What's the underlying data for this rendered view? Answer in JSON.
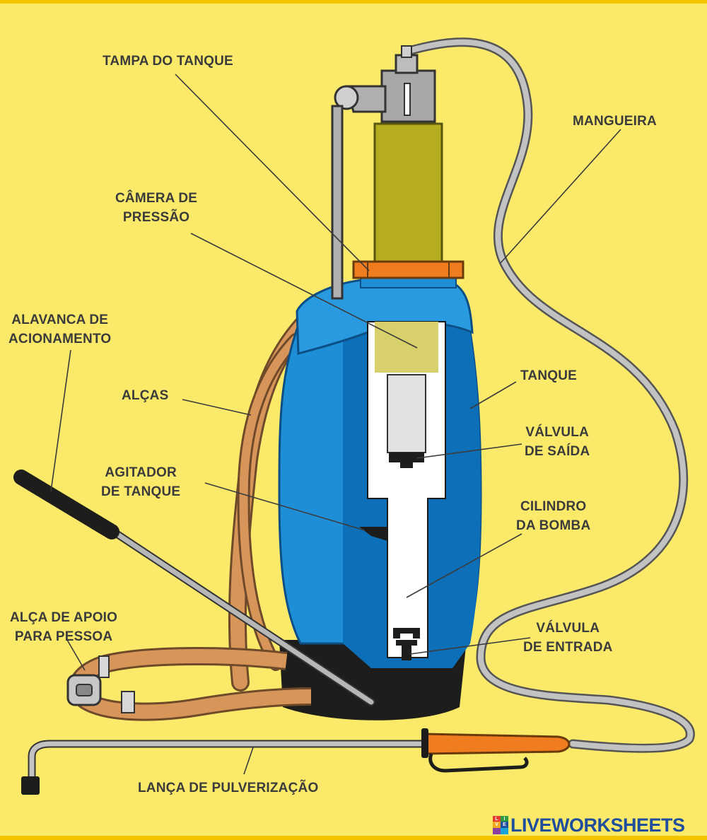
{
  "labels": {
    "tampa_do_tanque": "TAMPA DO TANQUE",
    "camera_de_pressao": [
      "CÂMERA DE",
      "PRESSÃO"
    ],
    "mangueira": "MANGUEIRA",
    "alavanca_de_acionamento": [
      "ALAVANCA DE",
      "ACIONAMENTO"
    ],
    "alcas": "ALÇAS",
    "tanque": "TANQUE",
    "valvula_de_saida": [
      "VÁLVULA",
      "DE SAÍDA"
    ],
    "agitador_de_tanque": [
      "AGITADOR",
      "DE TANQUE"
    ],
    "cilindro_da_bomba": [
      "CILINDRO",
      "DA BOMBA"
    ],
    "alca_de_apoio": [
      "ALÇA DE APOIO",
      "PARA PESSOA"
    ],
    "valvula_de_entrada": [
      "VÁLVULA",
      "DE ENTRADA"
    ],
    "lanca_de_pulverizacao": "LANÇA DE PULVERIZAÇÃO"
  },
  "brand": {
    "name": "LIVEWORKSHEETS",
    "icon_letters": [
      "L",
      "I",
      "V",
      "E",
      "",
      ""
    ]
  },
  "colors": {
    "background": "#fbe96a",
    "tank_blue": "#1e8fd6",
    "tank_dark_blue": "#0d6fb8",
    "pressure_chamber": "#b5ac1e",
    "cap_orange": "#ef7d1f",
    "strap_brown": "#d8955a",
    "hose_gray": "#b9b9b9",
    "base_black": "#1d1d1b",
    "label_text": "#3b3b3b",
    "brand_blue": "#1f4e9c"
  }
}
